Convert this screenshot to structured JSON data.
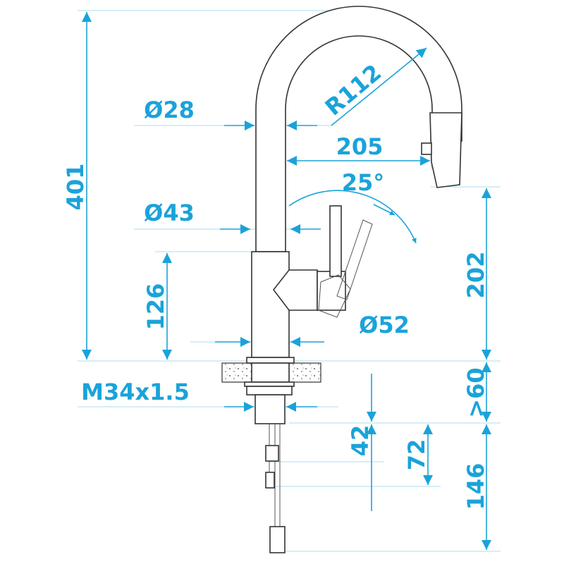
{
  "title": "Faucet dimension drawing",
  "colors": {
    "dimension": "#1aa3d9",
    "outline": "#333333"
  },
  "dimensions": {
    "total_height": "401",
    "body_height": "126",
    "spout_height": "202",
    "counter_thickness": ">60",
    "hose_length": "146",
    "dim_42": "42",
    "dim_72": "72",
    "spout_diameter": "Ø28",
    "column_diameter": "Ø43",
    "base_diameter": "Ø52",
    "thread": "M34x1.5",
    "reach": "205",
    "radius": "R112",
    "lever_angle": "25°"
  }
}
